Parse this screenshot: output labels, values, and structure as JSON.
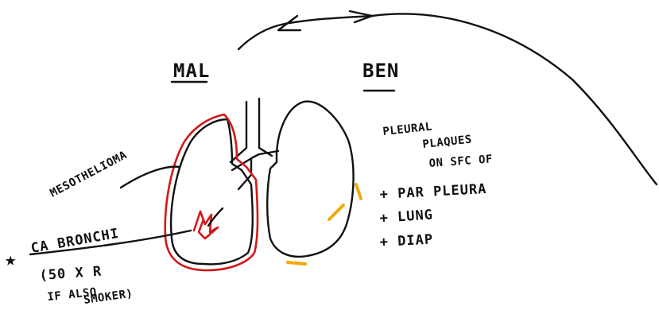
{
  "headings": {
    "left": "MAL",
    "right": "BEN"
  },
  "left_labels": {
    "mesothelioma": "MESOTHELIOMA",
    "ca_bronchi_star": "★",
    "ca_bronchi": "CA BRONCHI",
    "ca_line2": "(50 X R",
    "ca_line3": "IF ALSO",
    "ca_line4": "SMOKER)"
  },
  "right_labels": {
    "line1": "PLEURAL",
    "line2": "PLAQUES",
    "line3": "ON SFC OF",
    "line4": "+ PAR PLEURA",
    "line5": "+ LUNG",
    "line6": "+ DIAP"
  },
  "colors": {
    "ink": "#111111",
    "malignant_outline": "#d21818",
    "plaque_marks": "#f2a90c"
  }
}
